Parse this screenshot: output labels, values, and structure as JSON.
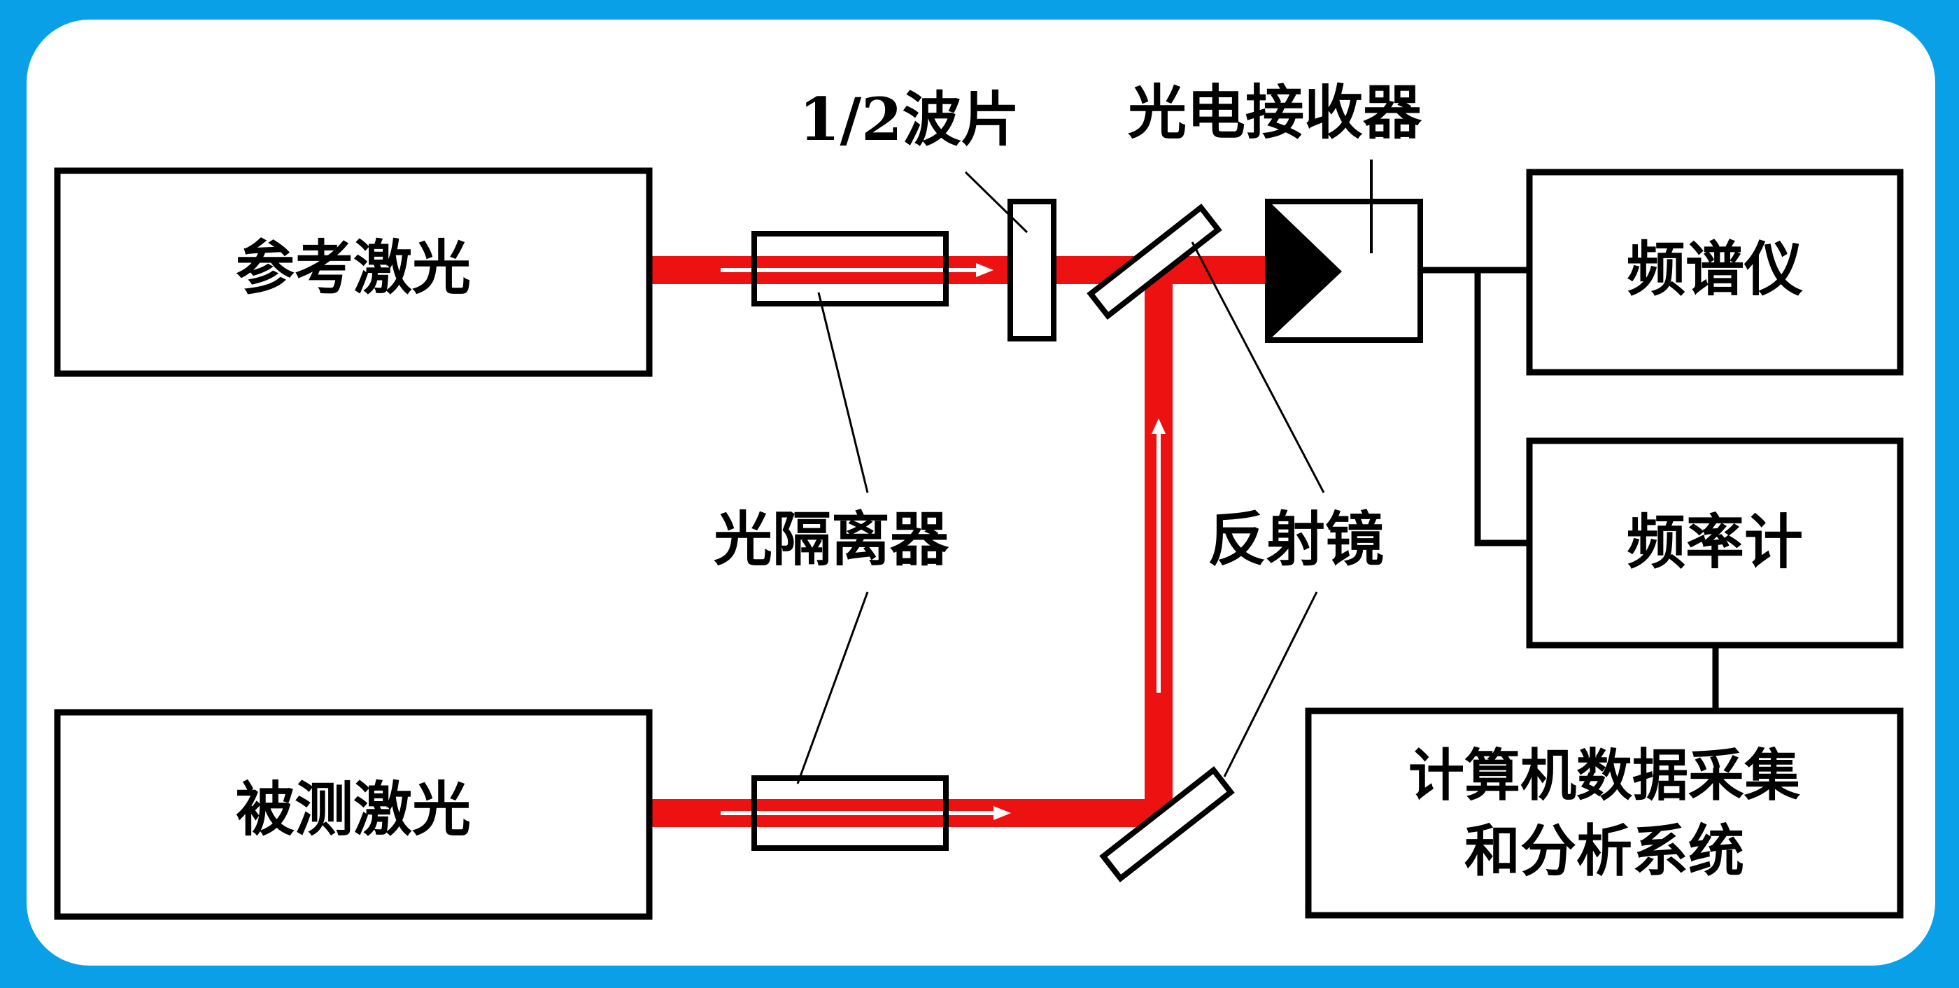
{
  "lasers": {
    "reference": "参考激光",
    "test": "被测激光"
  },
  "components": {
    "half_wave_plate": "1/2波片",
    "photo_receiver": "光电接收器",
    "isolator": "光隔离器",
    "mirror": "反射镜"
  },
  "instruments": {
    "spectrum_analyzer": "频谱仪",
    "frequency_counter": "频率计",
    "daq_line1": "计算机数据采集",
    "daq_line2": "和分析系统"
  },
  "colors": {
    "frame": "#0aa0e8",
    "beam": "#ee1111",
    "line": "#000000"
  }
}
